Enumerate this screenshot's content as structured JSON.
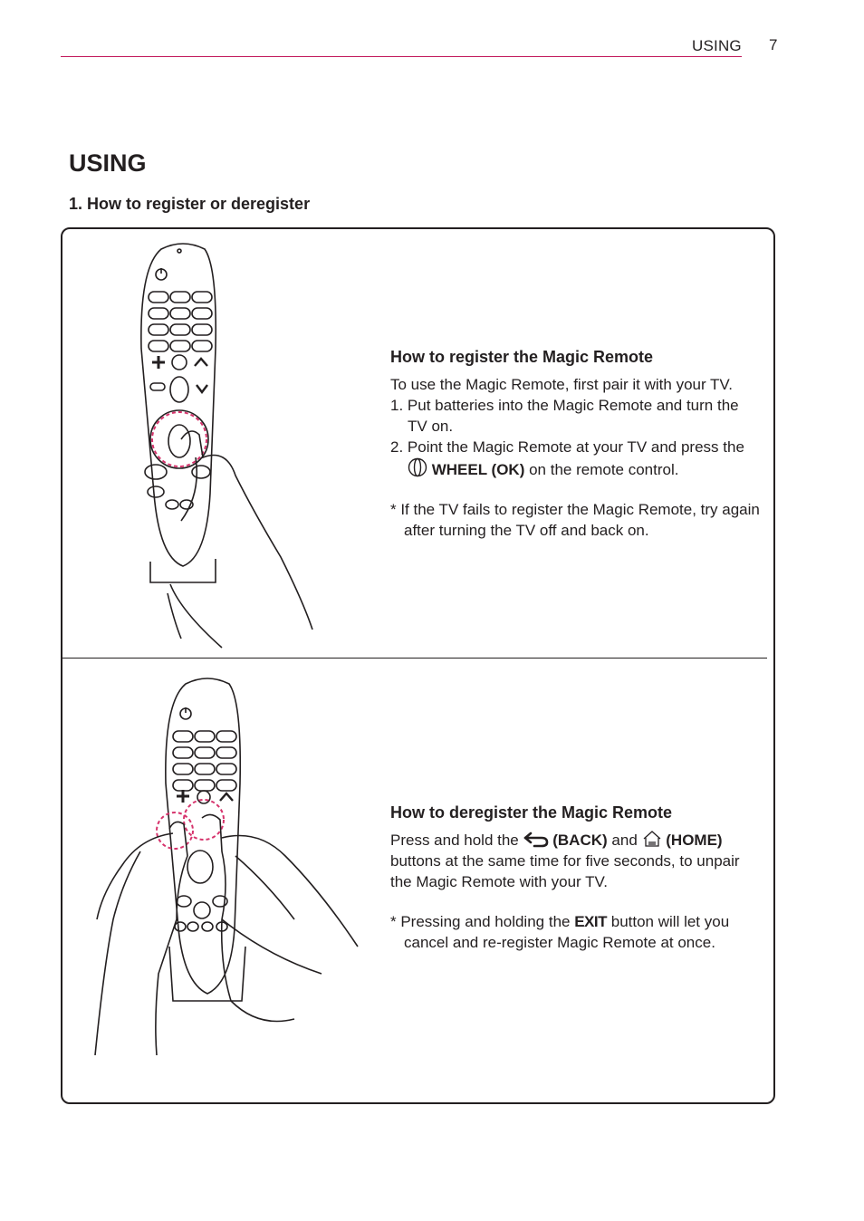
{
  "header": {
    "section": "USING",
    "page_number": "7"
  },
  "title": "USING",
  "subtitle": "1. How to register or deregister",
  "register": {
    "heading": "How to register the Magic Remote",
    "intro": "To use the Magic Remote, first pair it with your TV.",
    "step1": "1. Put batteries into the Magic Remote and turn the TV on.",
    "step2_prefix": "2. Point the Magic Remote at your TV and press the",
    "step2_bold": "WHEEL (OK)",
    "step2_suffix": "on the remote control.",
    "note": "*  If the TV fails to register the Magic Remote, try again after turning the TV off and back on."
  },
  "deregister": {
    "heading": "How to deregister the Magic Remote",
    "text_prefix": "Press and hold the",
    "back_label": "(BACK)",
    "and": "and",
    "home_label": "(HOME)",
    "text_suffix": "buttons at the same time for five seconds, to unpair the Magic Remote with your TV.",
    "note_prefix": "*  Pressing and holding the",
    "exit_label": "EXIT",
    "note_suffix": "button will let you cancel and re-register Magic Remote at once."
  },
  "colors": {
    "accent": "#c2185b",
    "highlight": "#d6336c",
    "text": "#231f20"
  },
  "icons": [
    "wheel-icon",
    "back-icon",
    "home-icon",
    "remote-illustration",
    "hand-illustration"
  ]
}
